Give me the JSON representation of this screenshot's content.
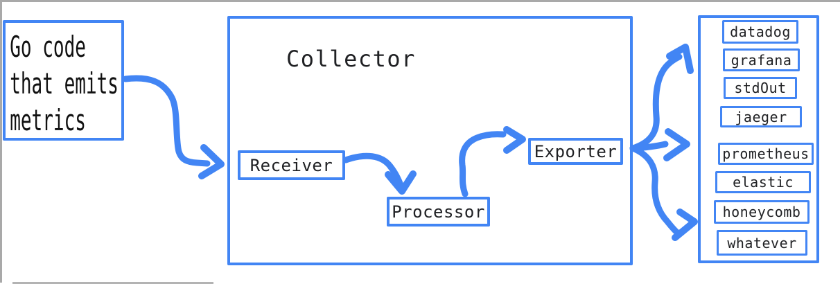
{
  "source": {
    "lines": [
      "Go code",
      "that emits",
      "metrics"
    ]
  },
  "collector": {
    "title": "Collector",
    "receiver_label": "Receiver",
    "processor_label": "Processor",
    "exporter_label": "Exporter"
  },
  "sinks": {
    "items": [
      {
        "label": "datadog"
      },
      {
        "label": "grafana"
      },
      {
        "label": "stdOut"
      },
      {
        "label": "jaeger"
      },
      {
        "label": "prometheus"
      },
      {
        "label": "elastic"
      },
      {
        "label": "honeycomb"
      },
      {
        "label": "whatever"
      }
    ]
  },
  "colors": {
    "accent_blue": "#4285f4",
    "text_color": "#1f1f1f",
    "frame_gray": "#a9a9a9"
  }
}
